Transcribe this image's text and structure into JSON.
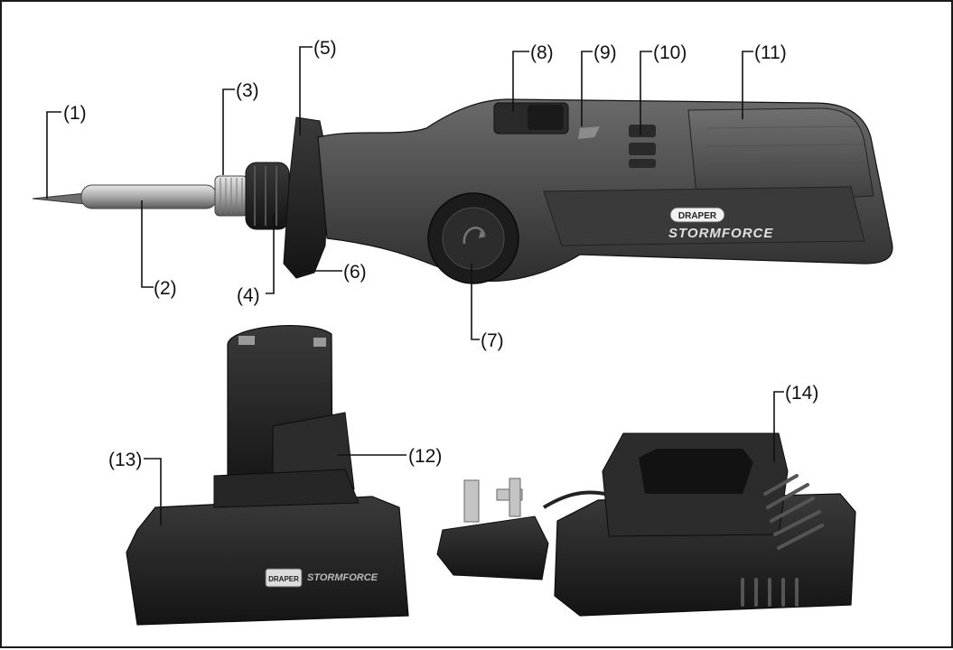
{
  "colors": {
    "body_dark": "#2a2a2a",
    "body_mid": "#4a4a4a",
    "grip_grey": "#5c5c5c",
    "metal": "#b8b8b8",
    "line": "#111111",
    "frame": "#1a1a1a"
  },
  "labels": {
    "l1": "(1)",
    "l2": "(2)",
    "l3": "(3)",
    "l4": "(4)",
    "l5": "(5)",
    "l6": "(6)",
    "l7": "(7)",
    "l8": "(8)",
    "l9": "(9)",
    "l10": "(10)",
    "l11": "(11)",
    "l12": "(12)",
    "l13": "(13)",
    "l14": "(14)"
  },
  "brand": {
    "logo_text": "DRAPER",
    "series_text": "STORMFORCE"
  }
}
